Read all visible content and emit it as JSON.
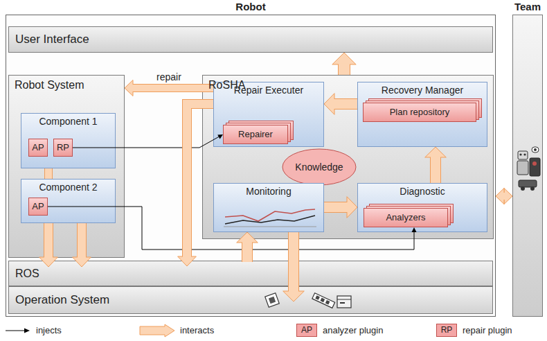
{
  "diagram": {
    "nodes": [
      {
        "text": [
          "Robot"
        ]
      },
      {
        "text": [
          "Team"
        ]
      },
      {
        "text": [
          "User Interface"
        ],
        "in": 0
      },
      {
        "text": [
          "Robot System"
        ],
        "in": 0
      },
      {
        "text": [
          "Component 1"
        ],
        "in": 3
      },
      {
        "text": [
          "AP"
        ],
        "in": 4
      },
      {
        "text": [
          "RP"
        ],
        "in": 4
      },
      {
        "text": [
          "Component 2"
        ],
        "in": 3
      },
      {
        "text": [
          "AP"
        ],
        "in": 7
      },
      {
        "text": [
          "RoSHA"
        ],
        "in": 0
      },
      {
        "text": [
          "Repair Executer"
        ],
        "in": 9
      },
      {
        "text": [
          "Repairer"
        ],
        "in": 10
      },
      {
        "text": [
          "Recovery Manager"
        ],
        "in": 9
      },
      {
        "text": [
          "Plan repository"
        ],
        "in": 12
      },
      {
        "text": [
          "Knowledge"
        ],
        "in": 9
      },
      {
        "text": [
          "Monitoring"
        ],
        "in": 9
      },
      {
        "text": [
          "Diagnostic"
        ],
        "in": 9
      },
      {
        "text": [
          "Analyzers"
        ],
        "in": 16
      },
      {
        "text": [
          "ROS"
        ],
        "in": 0
      },
      {
        "text": [
          "Operation System"
        ],
        "in": 0
      }
    ],
    "edges": [
      {
        "from": 12,
        "to": 10,
        "arrow": "to"
      },
      {
        "from": 10,
        "to": 3,
        "label": "repair",
        "arrow": "to"
      },
      {
        "from": 9,
        "to": 2,
        "arrow": "to"
      },
      {
        "from": 15,
        "to": 16,
        "arrow": "to"
      },
      {
        "from": 16,
        "to": 12,
        "arrow": "to"
      },
      {
        "from": 0,
        "to": 1,
        "arrow": "both"
      },
      {
        "from": 6,
        "to": 11,
        "arrow": "to"
      },
      {
        "from": 8,
        "to": 17,
        "arrow": "to"
      },
      {
        "from": 4,
        "to": 7,
        "arrow": "none"
      },
      {
        "from": 7,
        "to": 18,
        "arrow": "to"
      },
      {
        "from": 7,
        "to": 18,
        "arrow": "to"
      },
      {
        "from": 10,
        "to": 18,
        "arrow": "to"
      },
      {
        "from": 18,
        "to": 15,
        "arrow": "to"
      },
      {
        "from": 15,
        "to": 19,
        "arrow": "to"
      }
    ],
    "labels": [
      "AP",
      "RP"
    ],
    "legend": [
      {
        "text": "injects"
      },
      {
        "text": "interacts"
      },
      {
        "text": "analyzer plugin",
        "color": "#f4a6a6"
      },
      {
        "text": "repair plugin",
        "color": "#f4a6a6"
      }
    ]
  }
}
